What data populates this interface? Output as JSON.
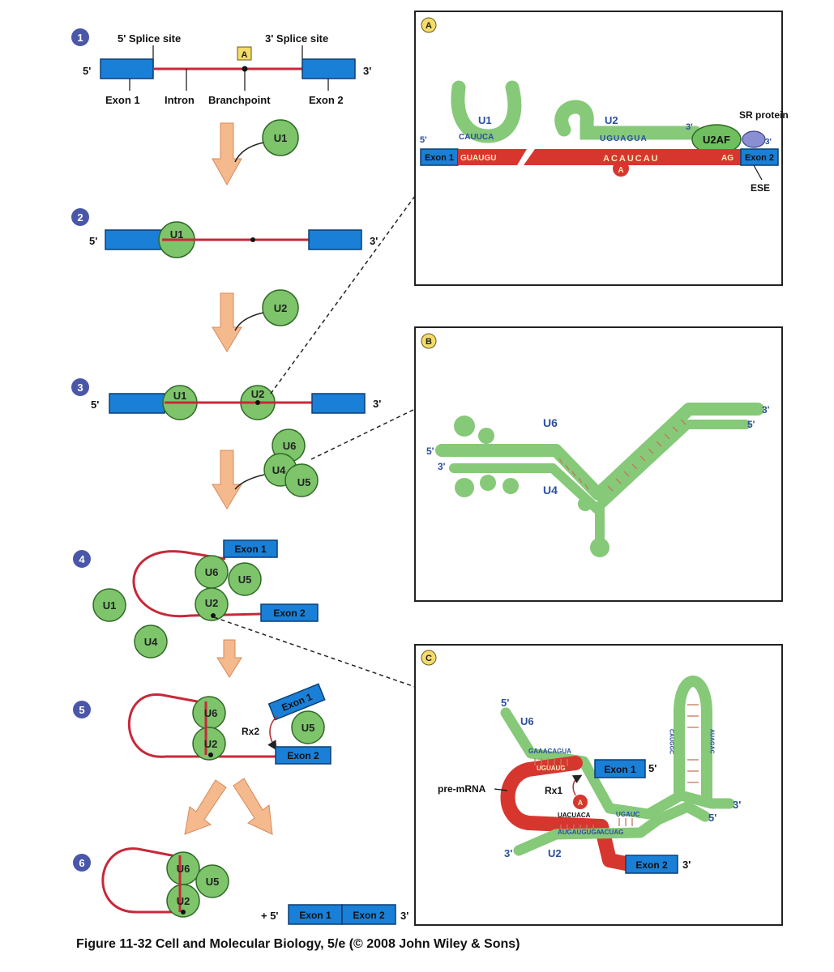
{
  "steps": [
    "1",
    "2",
    "3",
    "4",
    "5",
    "6"
  ],
  "step1": {
    "five_splice_site": "5' Splice site",
    "three_splice_site": "3' Splice site",
    "branch_box": "A",
    "exon1": "Exon 1",
    "intron": "Intron",
    "branchpoint": "Branchpoint",
    "exon2": "Exon 2",
    "end5": "5'",
    "end3": "3'"
  },
  "labels": {
    "u1": "U1",
    "u2": "U2",
    "u4": "U4",
    "u5": "U5",
    "u6": "U6",
    "exon1": "Exon 1",
    "exon2": "Exon 2",
    "end5": "5'",
    "end3": "3'",
    "rx2": "Rx2",
    "plus5": "+ 5'"
  },
  "panelA": {
    "letter": "A",
    "u1": "U1",
    "u1_seq": "CAUUCA",
    "u2": "U2",
    "u2_seq": "UGUAGUA",
    "u2af": "U2AF",
    "sr_protein": "SR protein",
    "exon1": "Exon 1",
    "gu_seq": "GUAUGU",
    "branch_seq": "ACAUCAU",
    "branch_a": "A",
    "ag": "AG",
    "exon2": "Exon 2",
    "ese": "ESE",
    "end5": "5'",
    "end3": "3'"
  },
  "panelB": {
    "letter": "B",
    "u6": "U6",
    "u4": "U4",
    "end5_left": "5'",
    "end3_left": "3'",
    "end3_right": "3'",
    "end5_right": "5'"
  },
  "panelC": {
    "letter": "C",
    "end5_top": "5'",
    "u6": "U6",
    "seq1": "GAAACAGUA",
    "seq2": "UGUAUG",
    "exon1": "Exon 1",
    "end5_exon1": "5'",
    "pre_mrna": "pre-mRNA",
    "rx1": "Rx1",
    "branch_a": "A",
    "seq3": "UACUACA",
    "seq4": "AUGAUGUGA",
    "seq5": "ACUAG",
    "seq6": "UGAUC",
    "u2": "U2",
    "end3_left": "3'",
    "exon2": "Exon 2",
    "end3_exon2": "3'",
    "end3_right": "3'",
    "end5_right": "5'",
    "loop_left": "CAUGGC",
    "loop_right": "AUAGAC"
  },
  "caption": "Figure 11-32  Cell and Molecular Biology, 5/e (© 2008 John Wiley & Sons)",
  "colors": {
    "exon": "#1a7fd6",
    "snrnp": "#7dc46b",
    "intron": "#c8283a",
    "arrow": "#f4b98c"
  }
}
